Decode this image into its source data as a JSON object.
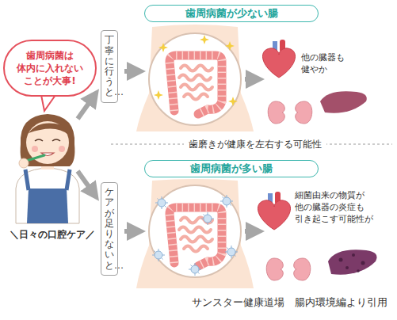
{
  "diagram": {
    "caption": "サンスター健康道場　腸内環境編より引用",
    "nodes": [
      {
        "text": [
          "歯周病菌が少ない腸"
        ]
      },
      {
        "text": [
          "歯周病菌は 体内に入れない ことが大事!"
        ]
      },
      {
        "text": [
          "丁寧に行うと…"
        ]
      },
      {
        "text": [
          "歯周病菌が多い腸"
        ]
      },
      {
        "text": [
          "ケアが足りないと…"
        ]
      }
    ],
    "labels": [
      "他の臓器も 健やか",
      "歯磨きが健康を左右する可能性",
      "細菌由来の物質が 他の臓器の炎症も 引き起こす可能性が",
      "＼日々の口腔ケア／"
    ]
  }
}
